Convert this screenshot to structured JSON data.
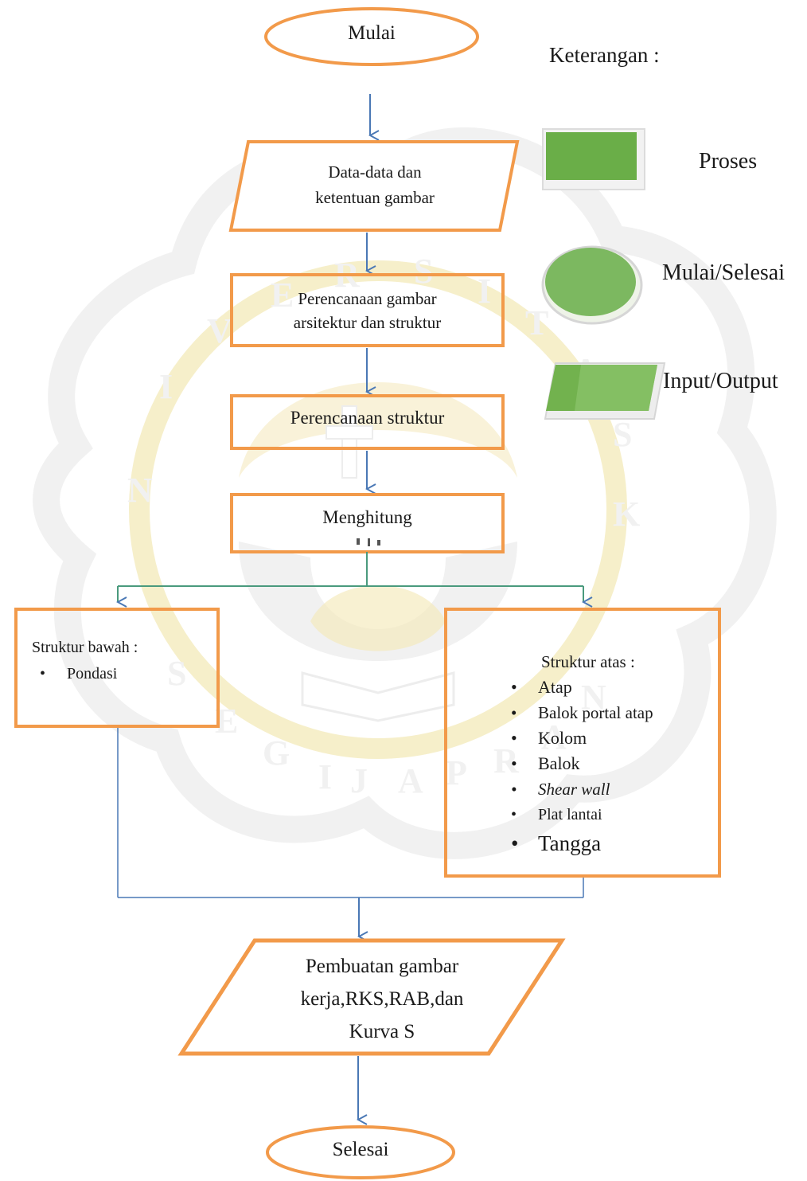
{
  "legend": {
    "title": "Keterangan :",
    "items": [
      {
        "label": "Proses",
        "shape": "rectangle",
        "color": "#6aae48"
      },
      {
        "label": "Mulai/Selesai",
        "shape": "ellipse",
        "color": "#7cb860"
      },
      {
        "label": "Input/Output",
        "shape": "parallelogram",
        "color": "#72b24e"
      }
    ]
  },
  "nodes": {
    "start": "Mulai",
    "input_data": [
      "Data-data dan",
      "ketentuan gambar"
    ],
    "plan_drawing": [
      "Perencanaan gambar",
      "arsitektur dan struktur"
    ],
    "plan_structure": "Perencanaan struktur",
    "compute": "Menghitung",
    "output": [
      "Pembuatan gambar",
      "kerja,RKS,RAB,dan",
      "Kurva S"
    ],
    "end": "Selesai"
  },
  "lower_structure": {
    "title": "Struktur bawah :",
    "items": [
      "Pondasi"
    ]
  },
  "upper_structure": {
    "title": "Struktur atas :",
    "items": [
      "Atap",
      "Balok portal atap",
      "Kolom",
      "Balok",
      "Shear wall",
      "Plat lantai",
      "Tangga"
    ]
  },
  "colors": {
    "node_border": "#f29a4a",
    "arrow": "#4a78b5",
    "watermark": "#e3d48a"
  }
}
